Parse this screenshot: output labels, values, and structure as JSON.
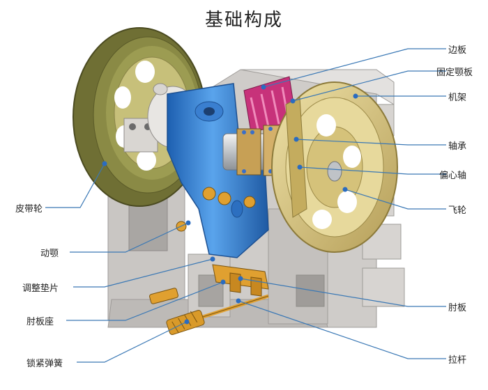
{
  "title": "基础构成",
  "labels": {
    "bianban": "边板",
    "guding_eban": "固定颚板",
    "jijia": "机架",
    "zhoucheng": "轴承",
    "pianxinzhou": "偏心轴",
    "feilun": "飞轮",
    "zhouban": "肘板",
    "lagan": "拉杆",
    "pidailun": "皮带轮",
    "dong_e": "动颚",
    "tiaozheng_dianpian": "调整垫片",
    "zhoubanzuo": "肘板座",
    "suojin_tanhuang": "锁紧弹簧"
  },
  "colors": {
    "leader_line": "#3a78b5",
    "leader_dot": "#2a6cc0",
    "frame_gray": "#c9c6c3",
    "pulley_olive": "#7a7a3c",
    "flywheel_gold": "#d8c88a",
    "jaw_blue": "#3f8ad8",
    "plate_magenta": "#c7327a",
    "toggle_orange": "#e0a030"
  }
}
